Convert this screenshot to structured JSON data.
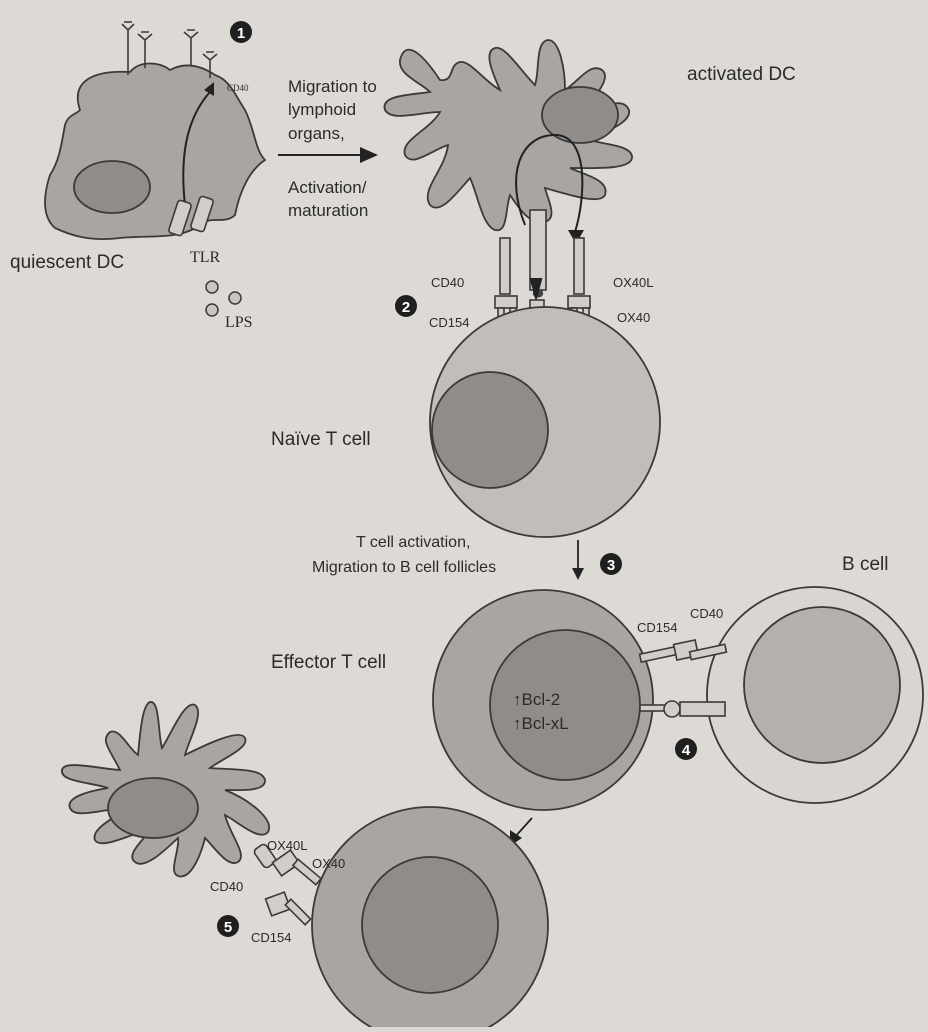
{
  "steps": [
    "1",
    "2",
    "3",
    "4",
    "5"
  ],
  "labels": {
    "cd40_small": "CD40",
    "quiescent_dc": "quiescent DC",
    "tlr": "TLR",
    "lps": "LPS",
    "migration_line1": "Migration to",
    "migration_line2": "lymphoid",
    "migration_line3": "organs,",
    "activation_line1": "Activation/",
    "activation_line2": "maturation",
    "activated_dc": "activated DC",
    "cd40": "CD40",
    "ox40l": "OX40L",
    "cd154": "CD154",
    "ox40": "OX40",
    "naive_t_cell": "Naïve T cell",
    "t_activation_line1": "T cell activation,",
    "t_activation_line2": "Migration to B cell follicles",
    "b_cell": "B cell",
    "effector_t_cell": "Effector T cell",
    "bcl2": "↑Bcl-2",
    "bclxl": "↑Bcl-xL",
    "bottom_ox40l": "OX40L",
    "bottom_ox40": "OX40",
    "bottom_cd40": "CD40",
    "bottom_cd154": "CD154",
    "b_cd154": "CD154",
    "b_cd40": "CD40"
  },
  "colors": {
    "background": "#dddad6",
    "cell_fill": "#a8a5a3",
    "cell_light": "#d0cdca",
    "nucleus": "#8f8c8a",
    "outline": "#3a3a3a",
    "badge": "#1f1f1f"
  }
}
